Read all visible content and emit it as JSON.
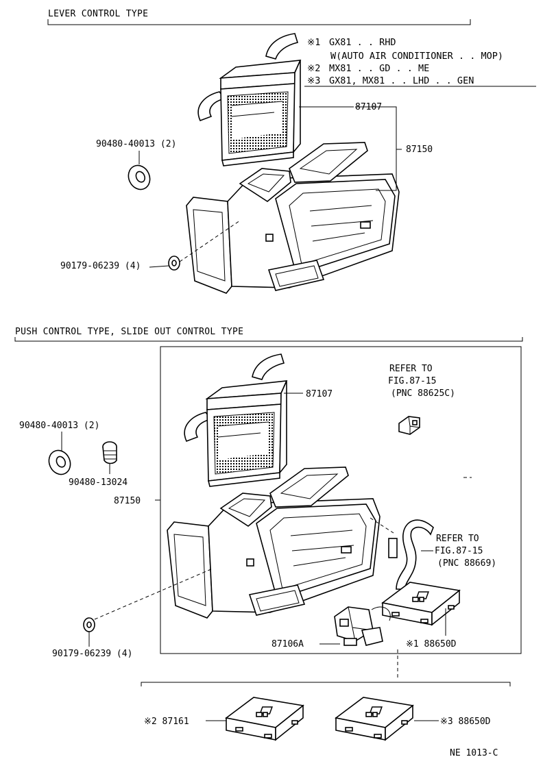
{
  "sections": {
    "lever": "LEVER CONTROL TYPE",
    "push": "PUSH CONTROL TYPE, SLIDE OUT CONTROL TYPE"
  },
  "notes": [
    {
      "mark": "※1",
      "text": "GX81 . . RHD"
    },
    {
      "mark": "",
      "text": "W(AUTO AIR CONDITIONER . . MOP)"
    },
    {
      "mark": "※2",
      "text": "MX81 . . GD . . ME"
    },
    {
      "mark": "※3",
      "text": "GX81, MX81 . . LHD . . GEN"
    }
  ],
  "upper": {
    "core_label": "87107",
    "unit_label": "87150",
    "grommet_label": "90480-40013 (2)",
    "nut_label": "90179-06239 (4)"
  },
  "lower": {
    "core_label": "87107",
    "unit_label": "87150",
    "grommet_label": "90480-40013 (2)",
    "plug_label": "90480-13024",
    "nut_label": "90179-06239 (4)",
    "refer1": [
      "REFER TO",
      "FIG.87-15",
      "(PNC 88625C)"
    ],
    "refer2": [
      "REFER TO",
      "FIG.87-15",
      "(PNC 88669)"
    ],
    "servo_label": "87106A",
    "amp1_label": "※1 88650D",
    "amp2_label": "※2 87161",
    "amp3_label": "※3 88650D"
  },
  "figure_code": "NE 1013-C"
}
